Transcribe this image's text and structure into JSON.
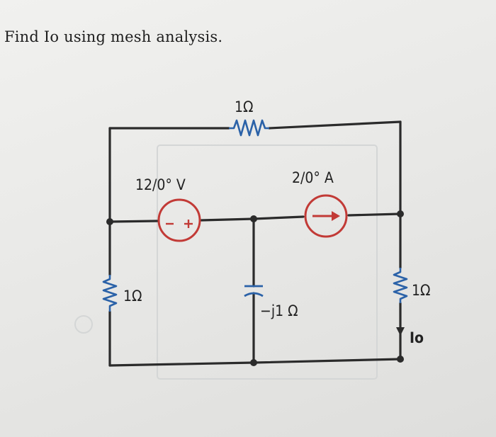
{
  "problem": "Find Io using mesh analysis.",
  "circuit": {
    "top_resistor": "1Ω",
    "voltage_source": "12/0° V",
    "voltage_source_plus": "+",
    "voltage_source_minus": "−",
    "current_source": "2/0° A",
    "left_resistor": "1Ω",
    "capacitor": "−j1 Ω",
    "right_resistor": "1Ω",
    "output_current": "Io"
  },
  "colors": {
    "wire": "#2b2b2b",
    "resistor": "#2b62a8",
    "source": "#c23a36"
  }
}
